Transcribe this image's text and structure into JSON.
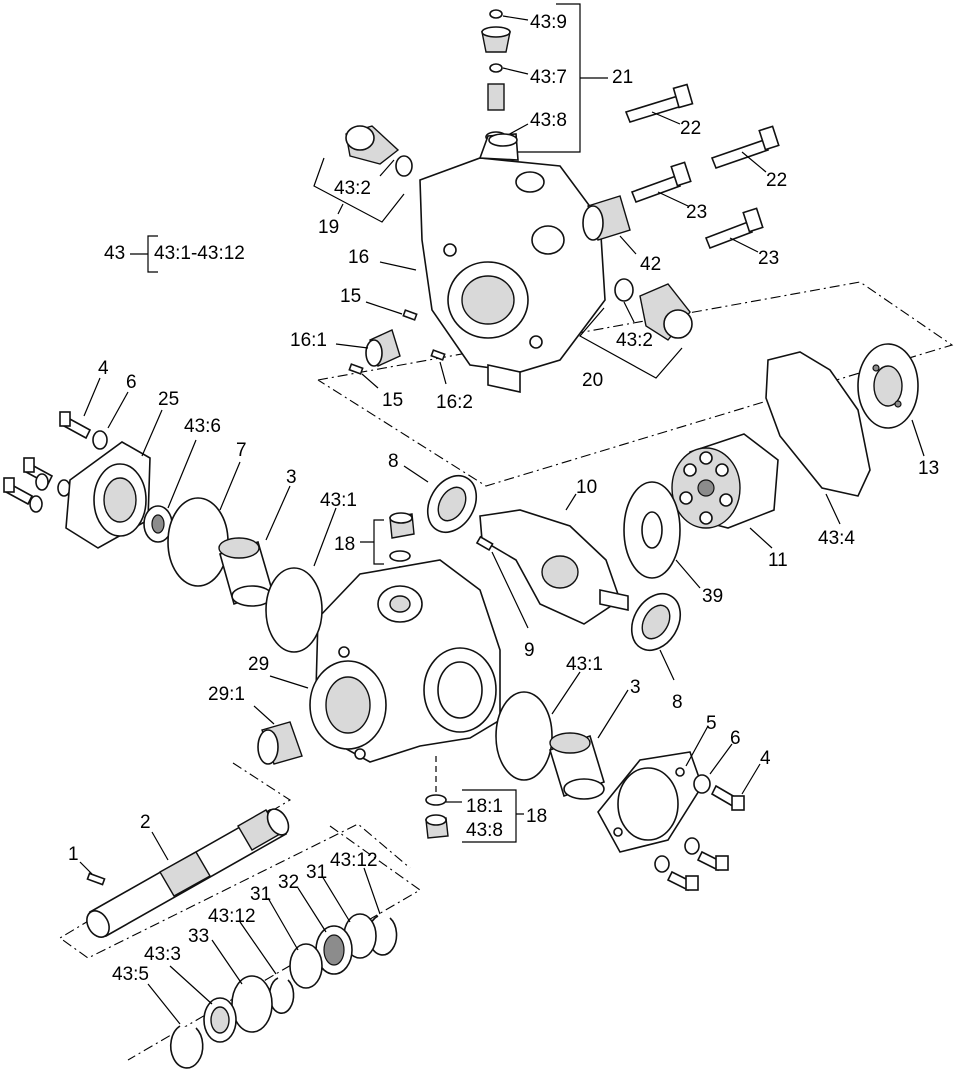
{
  "labels": {
    "l_43_9": "43:9",
    "l_43_7": "43:7",
    "l_21": "21",
    "l_43_8a": "43:8",
    "l_22a": "22",
    "l_22b": "22",
    "l_23a": "23",
    "l_23b": "23",
    "l_43_2a": "43:2",
    "l_19": "19",
    "l_16": "16",
    "l_42": "42",
    "l_43": "43",
    "l_43_range": "43:1-43:12",
    "l_15a": "15",
    "l_16_1": "16:1",
    "l_15b": "15",
    "l_16_2": "16:2",
    "l_43_2b": "43:2",
    "l_20": "20",
    "l_13": "13",
    "l_4a": "4",
    "l_6a": "6",
    "l_25": "25",
    "l_43_6": "43:6",
    "l_7": "7",
    "l_3a": "3",
    "l_8a": "8",
    "l_10": "10",
    "l_43_4": "43:4",
    "l_11": "11",
    "l_43_1a": "43:1",
    "l_18a": "18",
    "l_39": "39",
    "l_9": "9",
    "l_29": "29",
    "l_29_1": "29:1",
    "l_43_1b": "43:1",
    "l_3b": "3",
    "l_8b": "8",
    "l_5": "5",
    "l_6b": "6",
    "l_4b": "4",
    "l_18_1": "18:1",
    "l_43_8b": "43:8",
    "l_18b": "18",
    "l_2": "2",
    "l_1": "1",
    "l_43_12a": "43:12",
    "l_31a": "31",
    "l_32": "32",
    "l_31b": "31",
    "l_43_12b": "43:12",
    "l_43_3": "43:3",
    "l_33": "33",
    "l_43_5": "43:5"
  }
}
